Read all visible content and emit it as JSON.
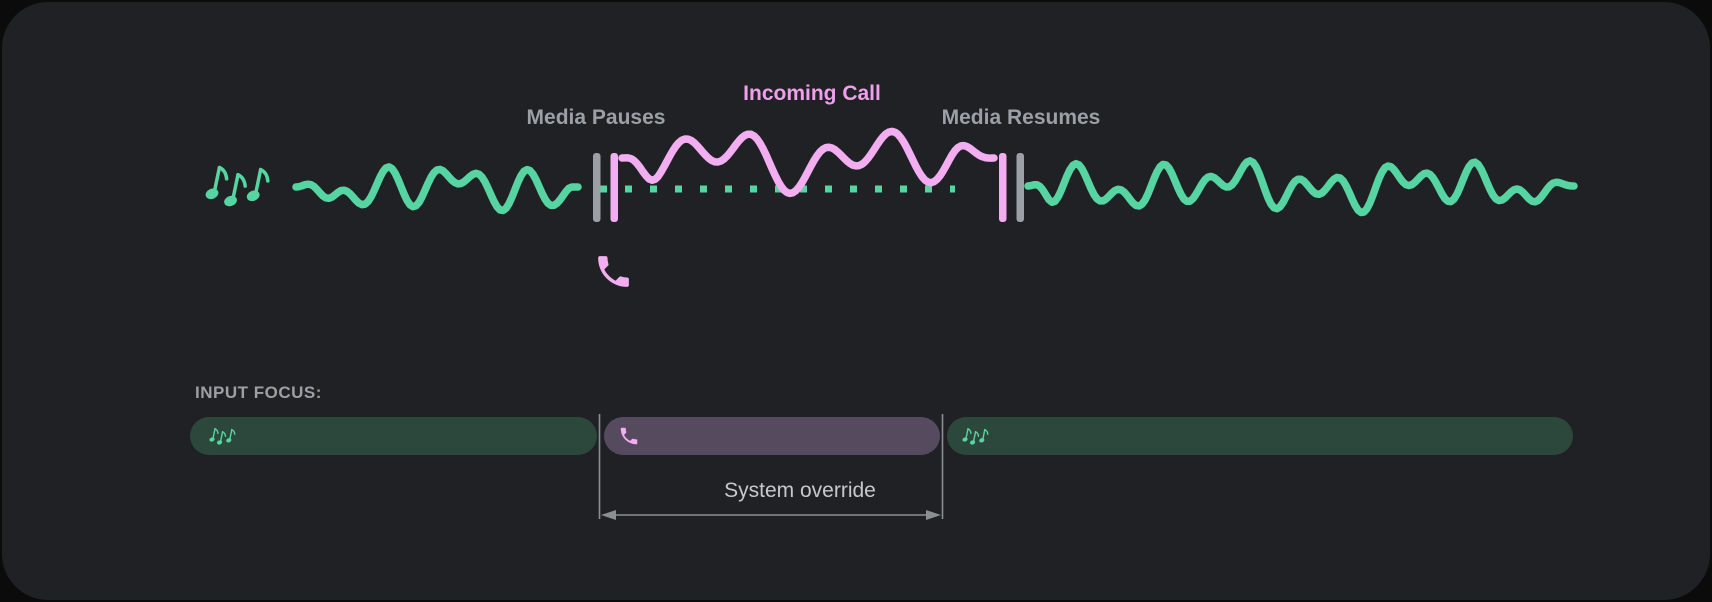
{
  "diagram": {
    "media_pauses_label": "Media Pauses",
    "incoming_call_label": "Incoming Call",
    "media_resumes_label": "Media Resumes",
    "media_icon": "music-notes-icon",
    "call_icon": "phone-icon"
  },
  "input_focus": {
    "heading": "INPUT FOCUS:",
    "override_label": "System override",
    "segments": [
      {
        "type": "media",
        "icon": "music-notes-icon"
      },
      {
        "type": "call",
        "icon": "phone-icon"
      },
      {
        "type": "media",
        "icon": "music-notes-icon"
      }
    ]
  },
  "colors": {
    "outer_bg": "#0b0b0c",
    "panel_bg": "#202124",
    "media_accent": "#56d4a1",
    "media_pill": "#2c473b",
    "call_accent": "#f2aef0",
    "call_pill": "#564a5f",
    "call_label": "#eea0ec",
    "muted_label": "#9aa0a6",
    "override_label": "#c6c9cc",
    "line": "#8a8f94"
  }
}
